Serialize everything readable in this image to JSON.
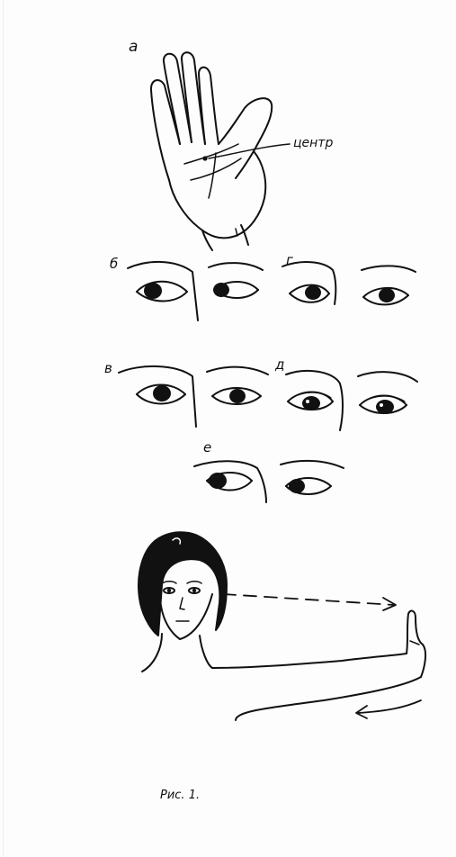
{
  "labels": {
    "a": "а",
    "b": "б",
    "g": "г",
    "v": "в",
    "d": "д",
    "e": "е",
    "center": "центр"
  },
  "caption": "Рис. 1.",
  "colors": {
    "ink": "#111111",
    "paper": "#fdfdfd"
  }
}
